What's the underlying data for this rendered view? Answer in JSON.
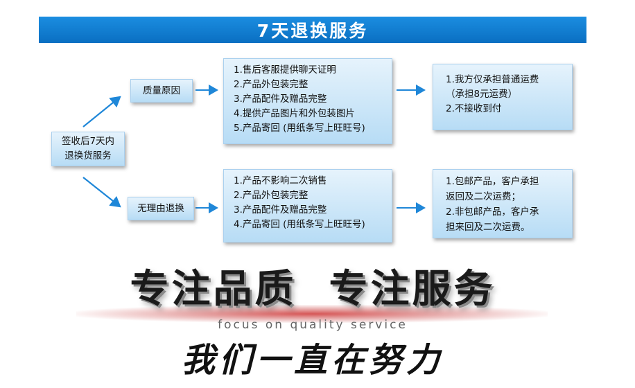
{
  "banner": {
    "title": "7天退换服务"
  },
  "root": {
    "line1": "签收后7天内",
    "line2": "退换货服务"
  },
  "branches": [
    {
      "label": "质量原因",
      "conditions": [
        "1.售后客服提供聊天证明",
        "2.产品外包装完整",
        "3.产品配件及赠品完整",
        "4.提供产品图片和外包装图片",
        "5.产品寄回 (用纸条写上旺旺号)"
      ],
      "results": [
        "1.我方仅承担普通运费",
        "（承担8元运费）",
        "2.不接收到付"
      ]
    },
    {
      "label": "无理由退换",
      "conditions": [
        "1.产品不影响二次销售",
        "2.产品外包装完整",
        "3.产品配件及赠品完整",
        "4.产品寄回 (用纸条写上旺旺号)"
      ],
      "results": [
        "1.包邮产品，客户承担",
        "返回及二次运费；",
        "2.非包邮产品，客户承",
        "担来回及二次运费。"
      ]
    }
  ],
  "slogan": {
    "main": "专注品质  专注服务",
    "tagline": "focus on quality service",
    "effort": "我们一直在努力"
  },
  "colors": {
    "banner": "#0a7bd2",
    "box": "#cde7f8",
    "arrow": "#1f87d8",
    "slogan_glow": "#c82020"
  }
}
